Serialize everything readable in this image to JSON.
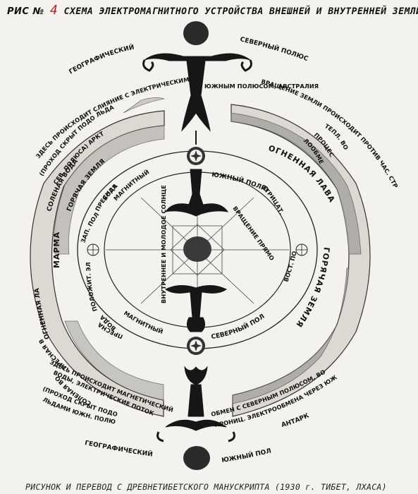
{
  "title": {
    "figure_prefix": "РИС №",
    "figure_number": "4",
    "text": "СХЕМА ЭЛЕКТРОМАГНИТНОГО УСТРОЙСТВА ВНЕШНЕЙ И ВНУТРЕННЕЙ ЗЕМЛИ"
  },
  "top": {
    "geographic": "ГЕОГРАФИЧЕСКИЙ",
    "north_pole": "СЕВЕРНЫЙ ПОЛЮС",
    "electric_line": "ЮЖНЫМ ПОЛЮСОМ, АВСТРАЛИЯ",
    "rotation_1": "ВРАЩЕНИЕ ЗЕМЛИ ПРОИСХОДИТ ПРОТИВ ЧАС. СТРЕЛКИ",
    "rotation_2": "ТЕПЛ. ВОЗДУХОМ.",
    "rotation_3": "ПРОЦЕССЫ ВНЕШНЕГО ТЕП-",
    "rotation_4": "ЛООБМЕНА ИЗНУТРИ",
    "merge_1": "ЗДЕСЬ ПРОИСХОДИТ СЛИЯНИЕ С ЭЛЕКТРИЧЕСКИМ",
    "merge_2": "(ПРОХОД СКРЫТ ПОДО ЛЬДАМИ -",
    "merge_3": "СЕВ. ПОЛЮСА) АРКТИКА"
  },
  "left_shell": {
    "cold_water": "СОЛЕНАЯ ВОДА",
    "hot_earth": "ГОРЯЧАЯ ЗЕМЛЯ",
    "marma": "МАРМА",
    "fire_lava": "ОГНЕННАЯ ЛАВА",
    "fresh_water": "ПРЕСНАЯ ВОДА",
    "salt_water": "СОЛЕНАЯ ВОДА"
  },
  "right_shell": {
    "fire_lava": "ОГНЕННАЯ ЛАВА",
    "hot_earth": "ГОРЯЧАЯ ЗЕМЛЯ"
  },
  "inner": {
    "water_top": "ВОДА",
    "fresh_top": "ПРЕСНАЯ",
    "west_pole": "ЗАП. ПОЛЮС",
    "pos_electr": "ПОЛОЖИТ. ЭЛЕКТР.",
    "water_bottom": "ВОДА",
    "fresh_bottom": "ПРЕСНАЯ",
    "magnetic_top": "МАГНИТНЫЙ",
    "magnetic_bottom": "МАГНИТНЫЙ",
    "south_pole": "ЮЖНЫЙ ПОЛЮС",
    "north_pole": "СЕВЕРНЫЙ ПОЛЮС",
    "negative_electr": "ОТРИЦАТ. ЭЛЕКТР.",
    "east_pole": "ВОСТ. ПОЛЮС",
    "rotation_inner": "ВРАЩЕНИЕ ПРЯМОЕ ПО ЧАС. СТР.",
    "inner_sun": "ВНУТРЕННЕЕ И МОЛОДОЕ СОЛНЦЕ"
  },
  "bottom": {
    "magnetic_1": "ЗДЕСЬ ПРОИСХОДИТ МАГНЕТИЧЕСКИЙ",
    "magnetic_2": "ВОДЫ, ЭЛЕКТРИЧЕСКИЕ ПОТОКИ, И",
    "passage_1": "(ПРОХОД СКРЫТ ПОДО",
    "passage_2": "ЛЬДАМИ ЮЖН. ПОЛЮСА)",
    "exchange_1": "ОБМЕН С СЕВЕРНЫМ ПОЛЮСОМ, ВОДНО-",
    "exchange_2": "ПРОНИЦ. ЭЛЕКТРООБМЕНА ЧЕРЕЗ ЮЖН. ПОЛЮС.",
    "antarctida": "АНТАРКТИДА",
    "geographic": "ГЕОГРАФИЧЕСКИЙ",
    "south_pole": "ЮЖНЫЙ ПОЛЮС"
  },
  "footer": "РИСУНОК И ПЕРЕВОД С ДРЕВНЕТИБЕТСКОГО МАНУСКРИПТА (1930 г. ТИБЕТ, ЛХАСА)",
  "colors": {
    "paper": "#f4f2ee",
    "ink": "#111111",
    "shell_gray": "#a8a6a2",
    "pole_dark": "#3a3a3a",
    "figure_number_red": "#b02020"
  }
}
